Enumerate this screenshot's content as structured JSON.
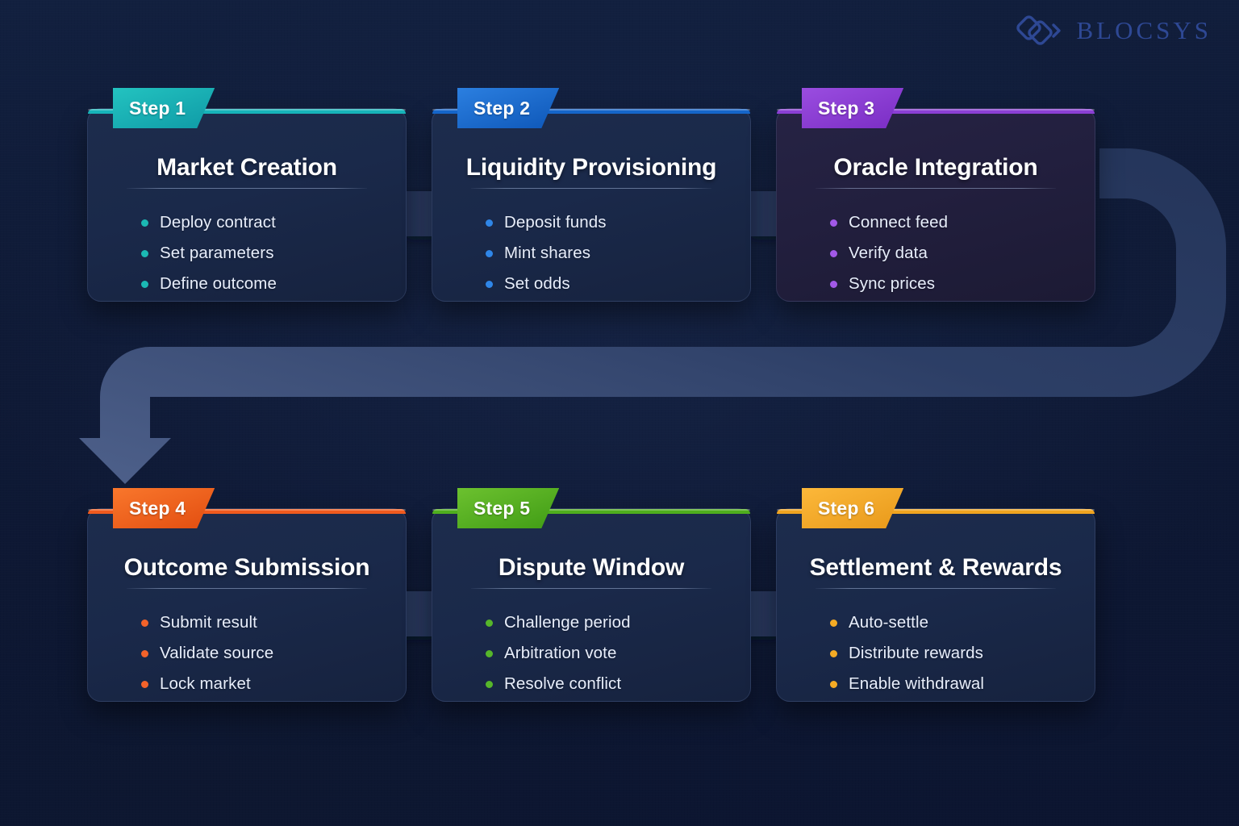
{
  "brand": {
    "name": "BLOCSYS",
    "logo_icon": "blocsys-interlocking-diamonds-logo",
    "color": "#2e4894"
  },
  "canvas": {
    "background": "#0f1a36"
  },
  "diagram": {
    "type": "process-flow",
    "layout": "two-rows-serpentine",
    "steps": [
      {
        "badge": "Step 1",
        "title": "Market Creation",
        "accent": "#17b3b9",
        "badge_from": "#23c3c0",
        "badge_to": "#0f9aa6",
        "bullet": "#1bb9b4",
        "items": [
          "Deploy contract",
          "Set parameters",
          "Define outcome"
        ]
      },
      {
        "badge": "Step 2",
        "title": "Liquidity Provisioning",
        "accent": "#1565c9",
        "badge_from": "#2b7fe0",
        "badge_to": "#0e57b8",
        "bullet": "#2f86e8",
        "items": [
          "Deposit funds",
          "Mint shares",
          "Set odds"
        ]
      },
      {
        "badge": "Step 3",
        "title": "Oracle Integration",
        "accent": "#8b3fd4",
        "badge_from": "#9a4de0",
        "badge_to": "#7a2dc4",
        "bullet": "#a259e8",
        "items": [
          "Connect feed",
          "Verify data",
          "Sync prices"
        ]
      },
      {
        "badge": "Step 4",
        "title": "Outcome Submission",
        "accent": "#f05a1e",
        "badge_from": "#f9772c",
        "badge_to": "#e24d10",
        "bullet": "#f4632a",
        "items": [
          "Submit result",
          "Validate source",
          "Lock market"
        ]
      },
      {
        "badge": "Step 5",
        "title": "Dispute Window",
        "accent": "#4fae1e",
        "badge_from": "#6cc12f",
        "badge_to": "#409c15",
        "bullet": "#56b62a",
        "items": [
          "Challenge period",
          "Arbitration vote",
          "Resolve conflict"
        ]
      },
      {
        "badge": "Step 6",
        "title": "Settlement & Rewards",
        "accent": "#f0a420",
        "badge_from": "#fcb83a",
        "badge_to": "#e8991a",
        "bullet": "#f5ab24",
        "items": [
          "Auto-settle",
          "Distribute rewards",
          "Enable withdrawal"
        ]
      }
    ],
    "connectors": [
      {
        "name": "arrow-step1-to-step2",
        "direction": "right"
      },
      {
        "name": "arrow-step2-to-step3",
        "direction": "right"
      },
      {
        "name": "arrow-step3-to-step4-curved",
        "direction": "wrap-down-left"
      },
      {
        "name": "arrow-step6-to-step5",
        "direction": "left"
      },
      {
        "name": "arrow-step5-to-step4",
        "direction": "left"
      }
    ]
  }
}
